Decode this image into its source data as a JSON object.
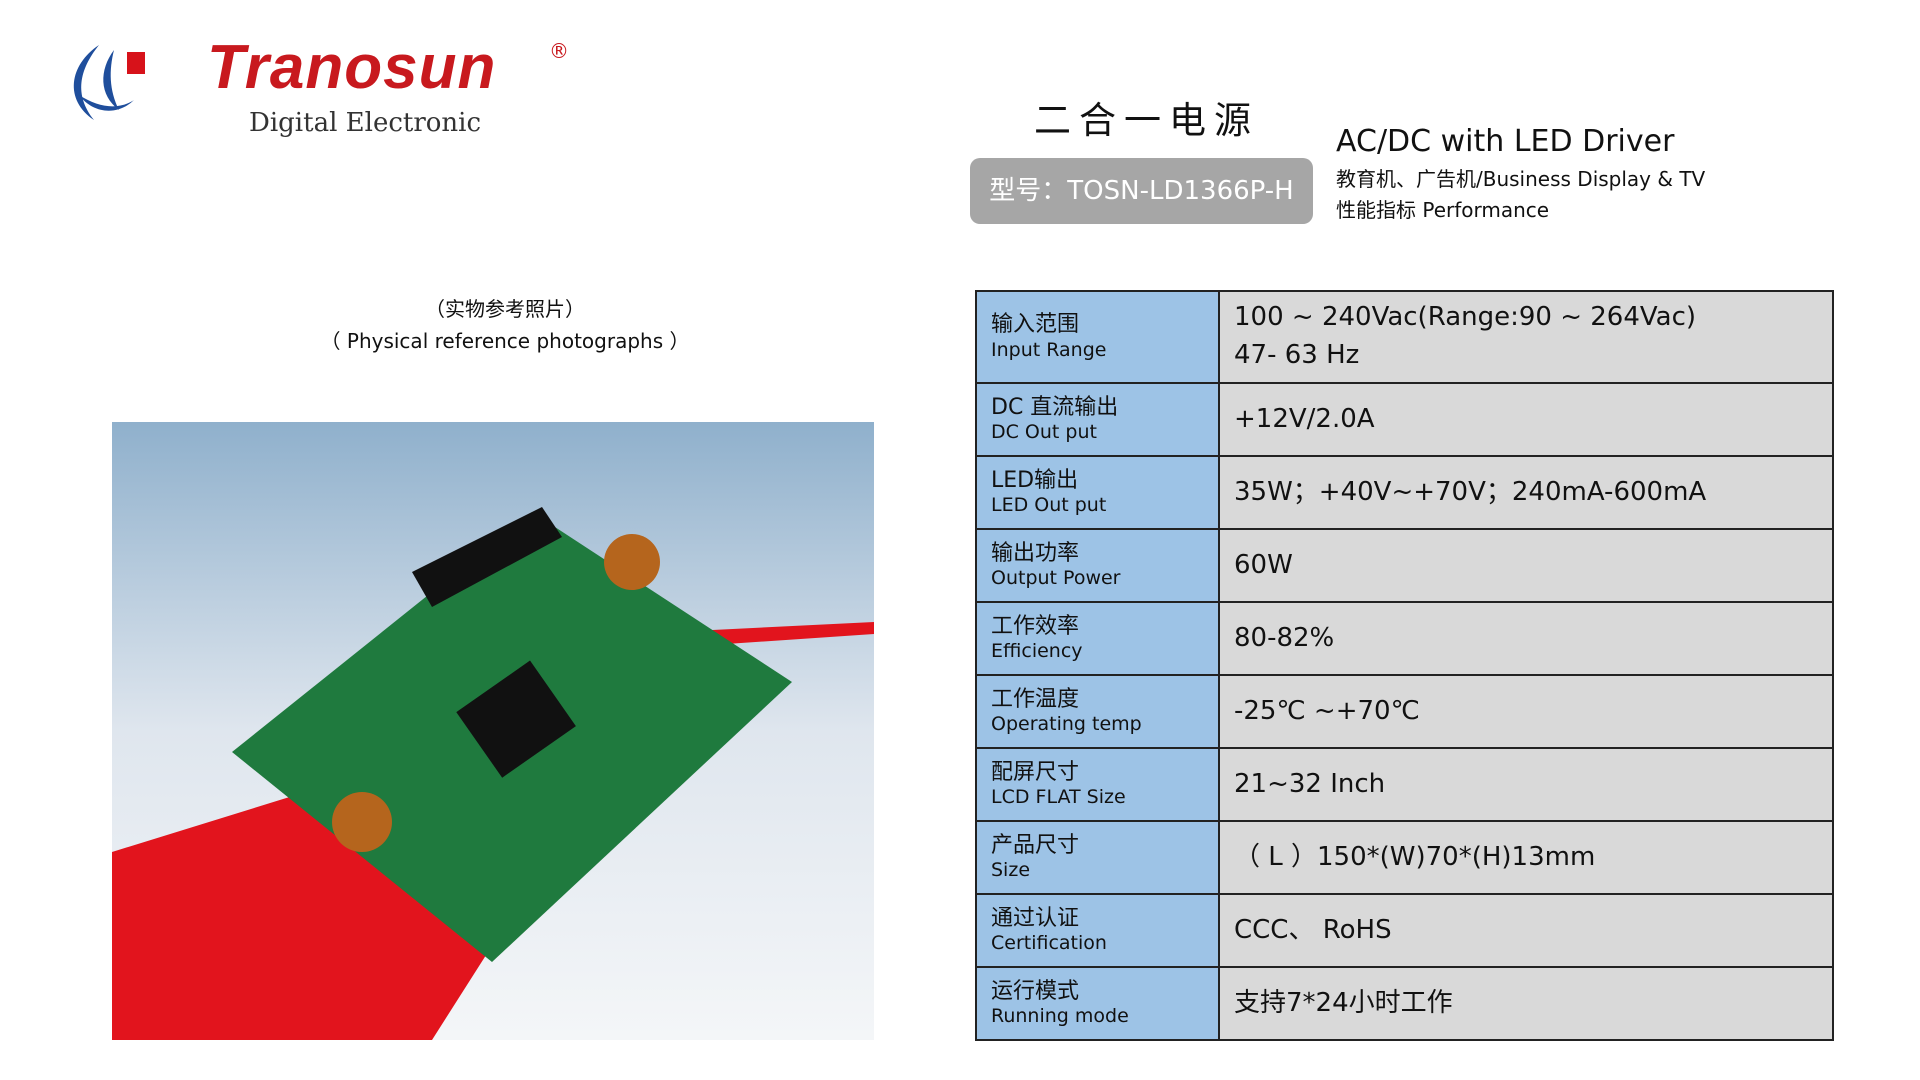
{
  "logo": {
    "brand": "Tranosun",
    "registered": "®",
    "tagline": "Digital Electronic"
  },
  "header": {
    "title": "二合一电源",
    "model": "型号：TOSN-LD1366P-H",
    "line1": "AC/DC  with LED Driver",
    "line2": "教育机、广告机/Business Display & TV",
    "line3": "性能指标 Performance"
  },
  "photo": {
    "caption_cn": "（实物参考照片）",
    "caption_en": "（ Physical reference photographs ）"
  },
  "specs": [
    {
      "cn": "输入范围",
      "en": "Input Range",
      "value": [
        "100 ~ 240Vac(Range:90 ~ 264Vac)",
        "47- 63 Hz"
      ]
    },
    {
      "cn": "DC 直流输出",
      "en": "DC Out put",
      "value": [
        "+12V/2.0A"
      ]
    },
    {
      "cn": "LED输出",
      "en": "LED Out put",
      "value": [
        "35W；+40V~+70V；240mA-600mA"
      ]
    },
    {
      "cn": "输出功率",
      "en": "Output Power",
      "value": [
        "60W"
      ]
    },
    {
      "cn": "工作效率",
      "en": "Efficiency",
      "value": [
        "80-82%"
      ]
    },
    {
      "cn": "工作温度",
      "en": "Operating temp",
      "value": [
        "-25℃ ~+70℃"
      ]
    },
    {
      "cn": "配屏尺寸",
      "en": "LCD FLAT Size",
      "value": [
        "21~32 Inch"
      ]
    },
    {
      "cn": "产品尺寸",
      "en": "Size",
      "value": [
        "（ L ）150*(W)70*(H)13mm"
      ]
    },
    {
      "cn": "通过认证",
      "en": "Certification",
      "value": [
        "CCC、 RoHS"
      ]
    },
    {
      "cn": "运行模式",
      "en": "Running mode",
      "value": [
        "支持7*24小时工作"
      ]
    }
  ],
  "colors": {
    "brand_red": "#c8191e",
    "brand_blue": "#1f4e9c",
    "label_bg": "#9dc3e6",
    "value_bg": "#d9d9d9"
  }
}
